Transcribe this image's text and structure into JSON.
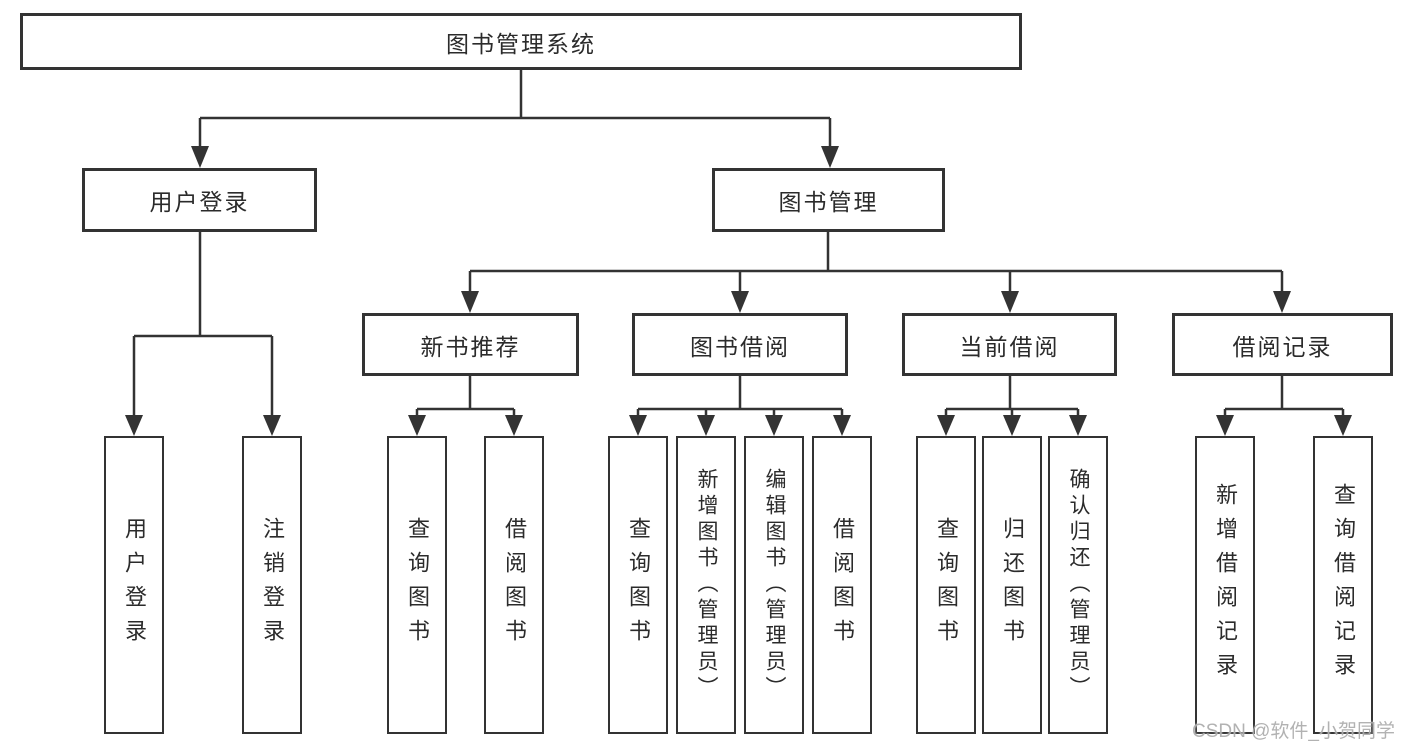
{
  "diagram": {
    "title": "图书管理系统",
    "level2": {
      "user_login": "用户登录",
      "book_mgmt": "图书管理"
    },
    "level3": {
      "new_book": "新书推荐",
      "book_borrow": "图书借阅",
      "current_borrow": "当前借阅",
      "borrow_record": "借阅记录"
    },
    "leaves": {
      "user_login": "用户登录",
      "logout": "注销登录",
      "query_book_a": "查询图书",
      "borrow_book_a": "借阅图书",
      "query_book_b": "查询图书",
      "add_book": "新增图书（管理员）",
      "edit_book": "编辑图书（管理员）",
      "borrow_book_b": "借阅图书",
      "query_book_c": "查询图书",
      "return_book": "归还图书",
      "confirm_return": "确认归还（管理员）",
      "add_record": "新增借阅记录",
      "query_record": "查询借阅记录"
    }
  },
  "watermark": "CSDN @软件_小贺同学",
  "colors": {
    "line": "#333333",
    "box_border": "#333333",
    "text": "#2b2b2b",
    "watermark": "#aaaaaa",
    "background": "#ffffff"
  }
}
